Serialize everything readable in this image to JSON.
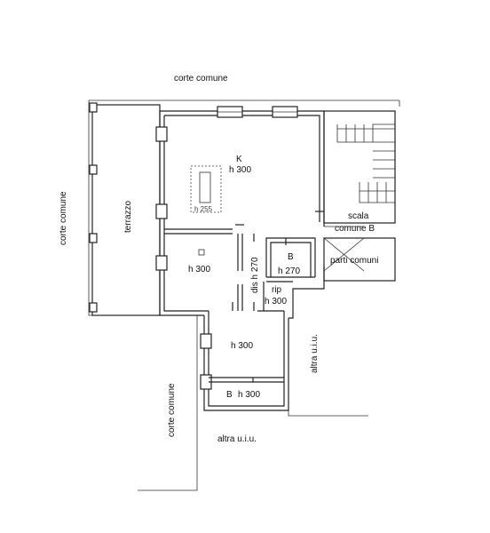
{
  "labels": {
    "corte_comune_top": "corte comune",
    "corte_comune_left": "corte comune",
    "corte_comune_bottom": "corte comune",
    "terrazzo": "terrazzo",
    "kitchen_letter": "K",
    "kitchen_height": "h 300",
    "hood_height": "h 255",
    "room_left_height": "h 300",
    "disimpegno": "dis h 270",
    "bath_letter": "B",
    "bath_height": "h 270",
    "rip": "rip",
    "rip_height": "h 300",
    "scala_line1": "scala",
    "scala_line2": "comune B",
    "parti_comuni": "parti comuni",
    "room_lower_height": "h 300",
    "bath_lower": "B",
    "bath_lower_height": "h 300",
    "altra_uiu_right": "altra u.i.u.",
    "altra_uiu_bottom": "altra u.i.u."
  }
}
